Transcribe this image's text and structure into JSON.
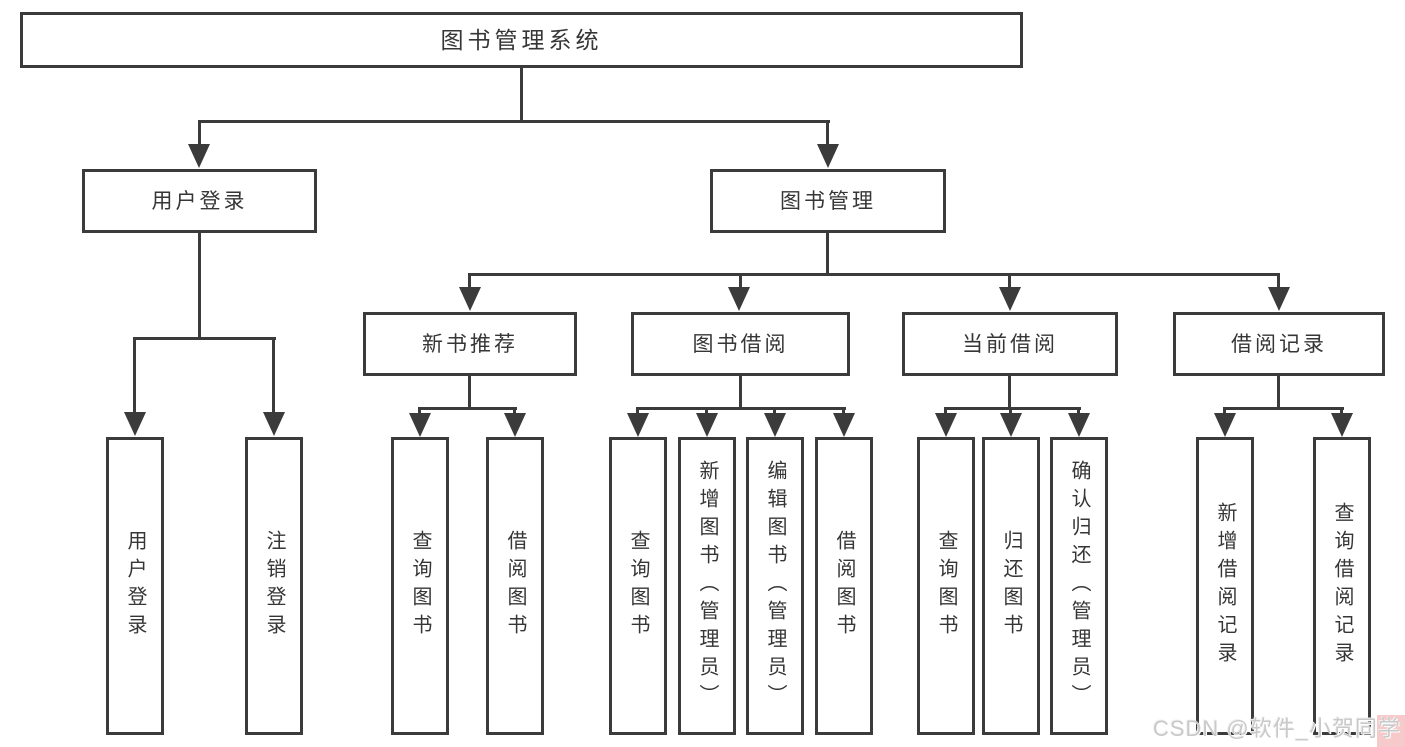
{
  "diagram": {
    "type": "hierarchy-tree",
    "colors": {
      "line": "#3b3b3b",
      "node_bg": "#ffffff",
      "text": "#363636",
      "watermark_text": "#c9c9c9",
      "watermark_accent": "#f6caca"
    },
    "tree": {
      "root": {
        "label": "图书管理系统",
        "children": [
          {
            "label": "用户登录",
            "children": [
              {
                "label": "用户登录"
              },
              {
                "label": "注销登录"
              }
            ]
          },
          {
            "label": "图书管理",
            "children": [
              {
                "label": "新书推荐",
                "children": [
                  {
                    "label": "查询图书"
                  },
                  {
                    "label": "借阅图书"
                  }
                ]
              },
              {
                "label": "图书借阅",
                "children": [
                  {
                    "label": "查询图书"
                  },
                  {
                    "label": "新增图书（管理员）"
                  },
                  {
                    "label": "编辑图书（管理员）"
                  },
                  {
                    "label": "借阅图书"
                  }
                ]
              },
              {
                "label": "当前借阅",
                "children": [
                  {
                    "label": "查询图书"
                  },
                  {
                    "label": "归还图书"
                  },
                  {
                    "label": "确认归还（管理员）"
                  }
                ]
              },
              {
                "label": "借阅记录",
                "children": [
                  {
                    "label": "新增借阅记录"
                  },
                  {
                    "label": "查询借阅记录"
                  }
                ]
              }
            ]
          }
        ]
      }
    }
  },
  "watermark": {
    "text": "CSDN @软件_小贺同学"
  }
}
